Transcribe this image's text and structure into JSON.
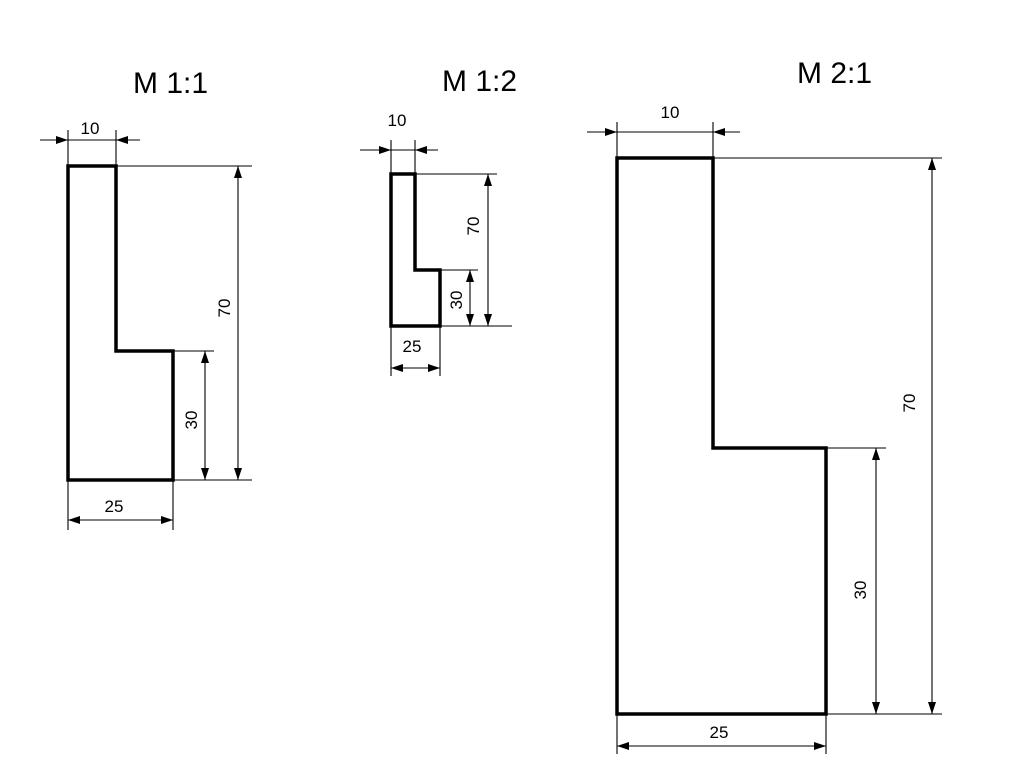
{
  "views": [
    {
      "scale_label": "M 1:1",
      "dimensions": {
        "top_width": "10",
        "total_height": "70",
        "step_height": "30",
        "bottom_width": "25"
      }
    },
    {
      "scale_label": "M 1:2",
      "dimensions": {
        "top_width": "10",
        "total_height": "70",
        "step_height": "30",
        "bottom_width": "25"
      }
    },
    {
      "scale_label": "M 2:1",
      "dimensions": {
        "top_width": "10",
        "total_height": "70",
        "step_height": "30",
        "bottom_width": "25"
      }
    }
  ]
}
